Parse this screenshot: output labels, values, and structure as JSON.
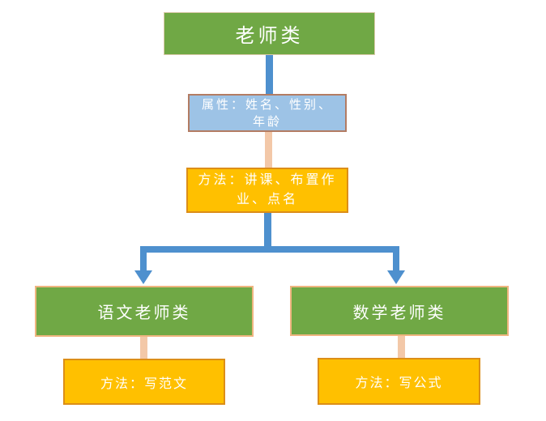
{
  "diagram": {
    "nodes": {
      "teacher": {
        "label": "老师类"
      },
      "attributes": {
        "label": "属性：姓名、性别、\n年龄"
      },
      "methods": {
        "label": "方法：讲课、布置作\n业、点名"
      },
      "chinese_teacher": {
        "label": "语文老师类"
      },
      "math_teacher": {
        "label": "数学老师类"
      },
      "chinese_method": {
        "label": "方法：写范文"
      },
      "math_method": {
        "label": "方法：写公式"
      }
    },
    "colors": {
      "green_fill": "#70A845",
      "green_border": "#EFB580",
      "top_green_border": "#D9C9A8",
      "blue_fill": "#9DC3E6",
      "blue_border": "#B37C63",
      "gold_fill": "#FFC000",
      "gold_border": "#DC8E18",
      "connector_blue": "#4E90CE",
      "connector_peach": "#F3C8A8",
      "text_color": "#FFFFFF"
    }
  }
}
